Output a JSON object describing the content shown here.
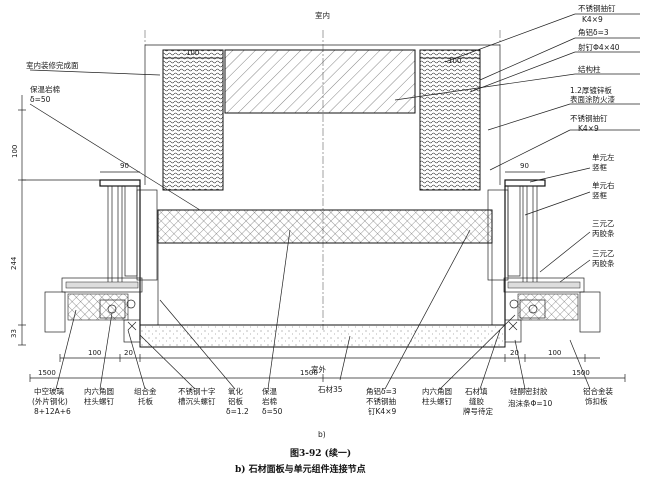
{
  "labels": {
    "indoor": "室内",
    "outdoor": "室外",
    "interior_finish": "室内装修完成面",
    "insulation_top": "保温岩棉",
    "insulation_top_delta": "δ=50",
    "dim_100_top_left": "100",
    "dim_100_top_right": "100",
    "dim_100_side": "100",
    "dim_90_left": "90",
    "dim_90_right": "90",
    "dim_244": "244",
    "dim_33": "33",
    "dim_100_bottom_left": "100",
    "dim_20_left": "20",
    "dim_20_right": "20",
    "dim_100_bottom_right": "100",
    "dim_1500_left": "1500",
    "dim_1500_center": "1500",
    "dim_1500_right": "1500",
    "r_blind_rivet_top_1": "不锈钢抽钉",
    "r_blind_rivet_top_2": "K4×9",
    "r_angle_alu": "角铝δ=3",
    "r_bolt": "射钉Φ4×40",
    "r_structural_column": "结构柱",
    "r_galv_plate_1": "1.2厚镀锌板",
    "r_galv_plate_2": "表面涂防火漆",
    "r_blind_rivet_mid_1": "不锈钢抽钉",
    "r_blind_rivet_mid_2": "K4×9",
    "r_unit_left_1": "单元左",
    "r_unit_left_2": "竖框",
    "r_unit_right_1": "单元右",
    "r_unit_right_2": "竖框",
    "r_epdm1_1": "三元乙",
    "r_epdm1_2": "丙胶条",
    "r_epdm2_1": "三元乙",
    "r_epdm2_2": "丙胶条",
    "b_glass_1": "中空玻璃",
    "b_glass_2": "(外片钢化)",
    "b_glass_3": "8+12A+6",
    "b_hex_screw_1": "内六角圆",
    "b_hex_screw_2": "柱头螺钉",
    "b_combined_bracket_1": "组合金",
    "b_combined_bracket_2": "托板",
    "b_cross_screw_1": "不锈钢十字",
    "b_cross_screw_2": "槽沉头螺钉",
    "b_alu_sheet_1": "氧化",
    "b_alu_sheet_2": "铝板",
    "b_alu_sheet_3": "δ=1.2",
    "b_insul_1": "保温",
    "b_insul_2": "岩棉",
    "b_insul_3": "δ=50",
    "b_stone": "石材35",
    "b_angle_1": "角铝δ=3",
    "b_angle_2": "不锈钢抽",
    "b_angle_3": "钉K4×9",
    "b_hex2_1": "内六角圆",
    "b_hex2_2": "柱头螺钉",
    "b_stone_seal_1": "石材填",
    "b_stone_seal_2": "缝胶",
    "b_stone_seal_3": "牌号待定",
    "b_silicone_1": "硅酮密封胶",
    "b_silicone_2": "泡沫条Φ=10",
    "b_alu_alloy_1": "铝合金装",
    "b_alu_alloy_2": "饰扣板",
    "letter_b": "b)",
    "caption_fig": "图3-92 (续一)",
    "caption_sub": "b) 石材面板与单元组件连接节点"
  }
}
